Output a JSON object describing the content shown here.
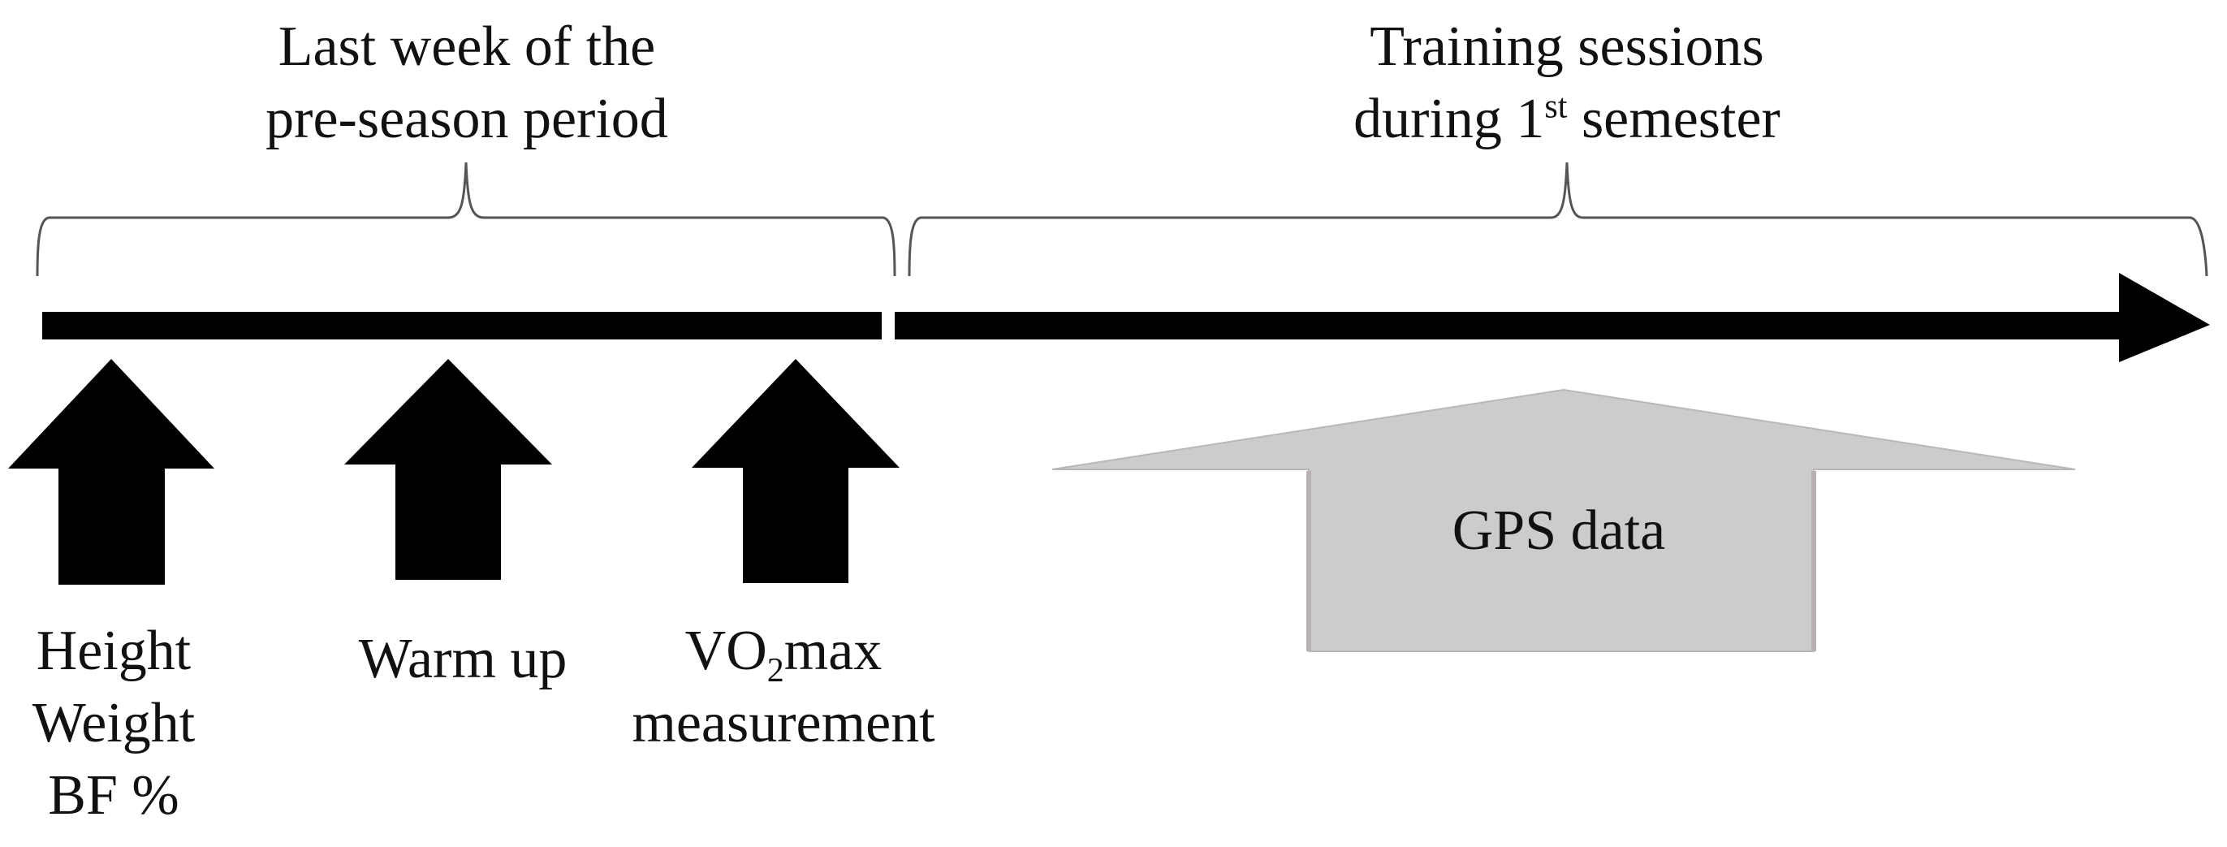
{
  "phases": {
    "preseason": {
      "line1": "Last week of the",
      "line2": "pre-season period"
    },
    "training": {
      "line1": "Training sessions",
      "line2_prefix": "during 1",
      "line2_sup": "st",
      "line2_suffix": " semester"
    }
  },
  "events": {
    "anthropometry": {
      "line1": "Height",
      "line2": "Weight",
      "line3": "BF %"
    },
    "warmup": {
      "line1": "Warm up"
    },
    "vo2max": {
      "line1_prefix": "VO",
      "line1_sub": "2",
      "line1_suffix": "max",
      "line2": "measurement"
    },
    "gps": {
      "label": "GPS data"
    }
  },
  "colors": {
    "timeline": "#000000",
    "event_arrow": "#000000",
    "gps_arrow_fill": "#cccccc",
    "gps_arrow_edge": "#b8b8b8",
    "brace": "#555555",
    "text": "#111111"
  }
}
